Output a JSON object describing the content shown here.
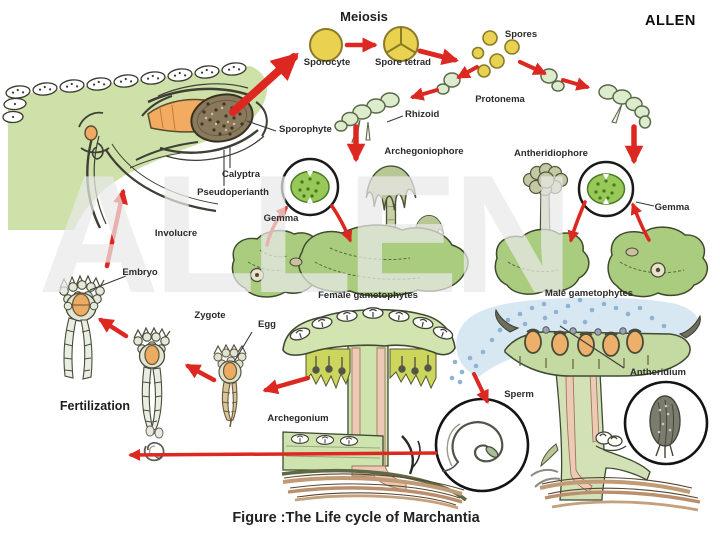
{
  "brand": {
    "logo": "ALLEN",
    "watermark": "ALLEN"
  },
  "title_caption": "Figure :The Life cycle of Marchantia",
  "labels": {
    "meiosis": "Meiosis",
    "sporocyte": "Sporocyte",
    "spore_tetrad": "Spore tetrad",
    "spores": "Spores",
    "protonema": "Protonema",
    "rhizoid": "Rhizoid",
    "archegoniophore": "Archegoniophore",
    "antheridiophore": "Antheridiophore",
    "sporophyte": "Sporophyte",
    "calyptra": "Calyptra",
    "pseudoperianth": "Pseudoperianth",
    "involucre": "Involucre",
    "gemma_left": "Gemma",
    "gemma_right": "Gemma",
    "female_gametophytes": "Female gametophytes",
    "male_gametophytes": "Male gametophytes",
    "embryo": "Embryo",
    "zygote": "Zygote",
    "egg": "Egg",
    "fertilization": "Fertilization",
    "archegonium": "Archegonium",
    "antheridium": "Antheridium",
    "sperm": "Sperm"
  },
  "colors": {
    "arrow_red": "#dd2822",
    "spore_yellow": "#e9d250",
    "thallus_light_green": "#cde1a9",
    "gametophyte_green": "#a9cc7f",
    "gemma_green": "#97c858",
    "water_blue": "#d7e8f3",
    "egg_orange": "#ecab62",
    "stalk_pink": "#eccab6",
    "capsule_brown": "#8a795c",
    "text_dark": "#2b2b2b"
  }
}
